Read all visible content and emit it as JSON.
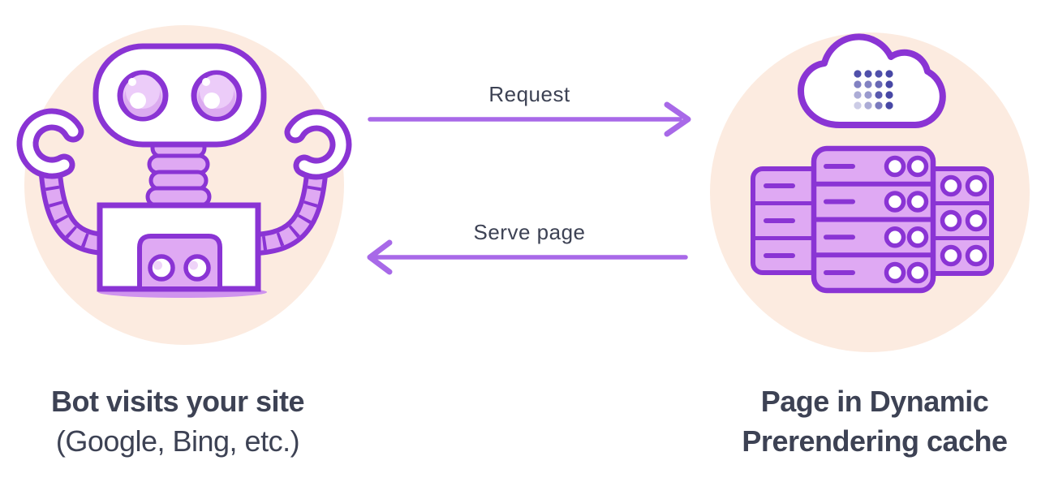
{
  "diagram": {
    "left_node": {
      "icon": "robot-icon",
      "caption_line1": "Bot visits your site",
      "caption_line2": "(Google, Bing, etc.)"
    },
    "right_node": {
      "icon": "cloud-server-icon",
      "caption_line1": "Page in Dynamic",
      "caption_line2": "Prerendering cache"
    },
    "flows": [
      {
        "label": "Request",
        "direction": "left-to-right"
      },
      {
        "label": "Serve page",
        "direction": "right-to-left"
      }
    ],
    "colors": {
      "outline_purple": "#8a34d4",
      "fill_purple": "#dfa9f3",
      "fill_purple_light": "#e9c5f8",
      "background_peach": "#fcebe0",
      "arrow_purple": "#a869e8",
      "text_dark": "#3d4254",
      "dot_indigo": "#4747a5",
      "shadow_purple": "#cf93ee"
    }
  }
}
